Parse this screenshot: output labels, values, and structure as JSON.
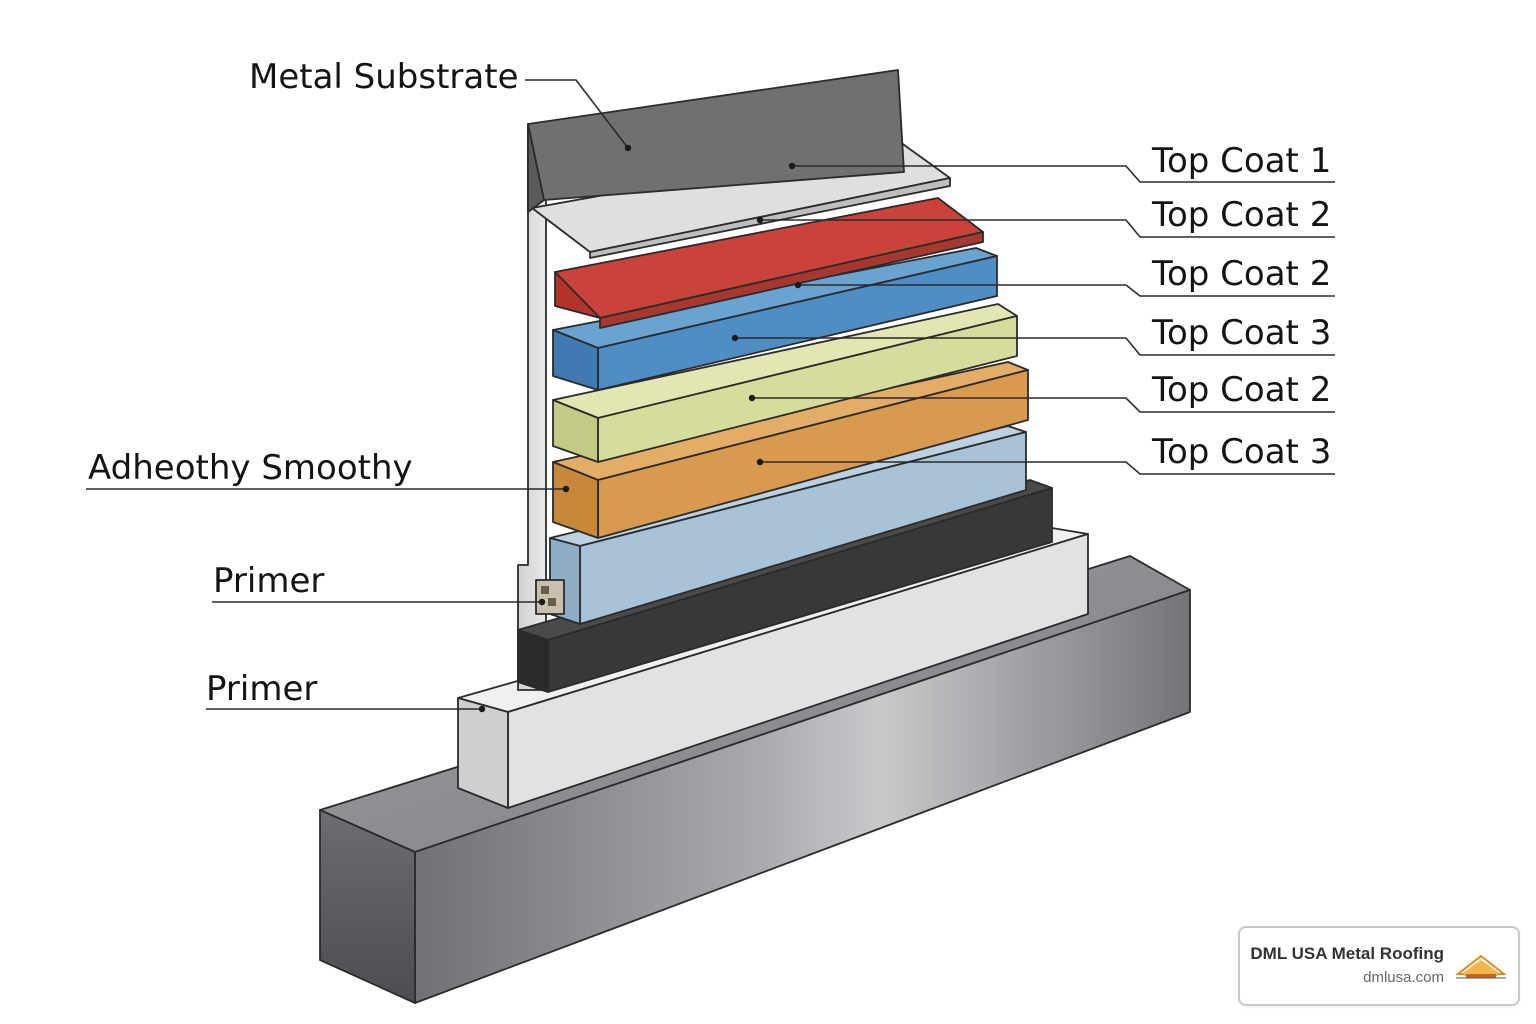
{
  "labels": {
    "metal_substrate": "Metal Substrate",
    "top_coat_a": "Top Coat 1",
    "top_coat_b": "Top Coat 2",
    "top_coat_c": "Top Coat 2",
    "top_coat_d": "Top Coat 3",
    "top_coat_e": "Top Coat 2",
    "top_coat_f": "Top Coat 3",
    "adhesion": "Adheothy Smoothy",
    "primer_upper": "Primer",
    "primer_lower": "Primer"
  },
  "colors": {
    "substrate_dark": "#6e6e6e",
    "top_coat_light": "#d9dadb",
    "red": "#c9433a",
    "blue": "#4f8ec4",
    "yellow_green": "#d6dc9c",
    "orange": "#d89a4e",
    "light_blue": "#a8c3d8",
    "black_layer": "#3a3a3a",
    "light_gray_base": "#e4e4e4",
    "steel_base": "#8f9194"
  },
  "brand": {
    "name": "DML USA Metal Roofing",
    "url": "dmlusa.com",
    "logo_icon": "roof-logo-icon"
  }
}
